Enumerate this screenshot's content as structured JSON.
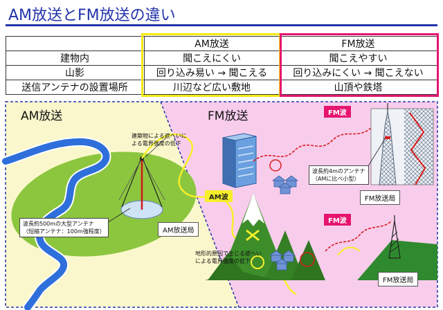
{
  "title": "AM放送とFM放送の違い",
  "table": {
    "header": {
      "am": "AM放送",
      "fm": "FM放送"
    },
    "rows": [
      {
        "label": "建物内",
        "am": "聞こえにくい",
        "fm": "聞こえやすい"
      },
      {
        "label": "山影",
        "am": "回り込み易い → 聞こえる",
        "fm": "回り込みにくい → 聞こえない"
      },
      {
        "label": "送信アンテナの設置場所",
        "am": "川辺など広い敷地",
        "fm": "山頂や鉄塔"
      }
    ]
  },
  "scene": {
    "am_heading": "AM放送",
    "fm_heading": "FM放送",
    "building_note": [
      "建築物による遮へいに",
      "よる電界強度の低下"
    ],
    "terrain_note": [
      "地形的原因で生じる遮へい",
      "による電界強度の低下"
    ],
    "am_antenna_note": [
      "波長約500mの大型アンテナ",
      "（短縮アンテナ：100m強程度）"
    ],
    "fm_antenna_note": [
      "波長約4mのアンテナ",
      "（AMに比べ小型）"
    ],
    "am_wave_tag": "AM波",
    "fm_wave_tag_1": "FM波",
    "fm_wave_tag_2": "FM波",
    "am_station": "AM放送局",
    "fm_station_1": "FM放送局",
    "fm_station_2": "FM放送局"
  },
  "colors": {
    "title_blue": "#2233aa",
    "am_highlight": "#f2ea14",
    "fm_highlight": "#e6156f",
    "am_region": "#fbf7cc",
    "fm_region": "#f8cdec",
    "grass": "#8cc63f",
    "river": "#2e6fdb"
  }
}
